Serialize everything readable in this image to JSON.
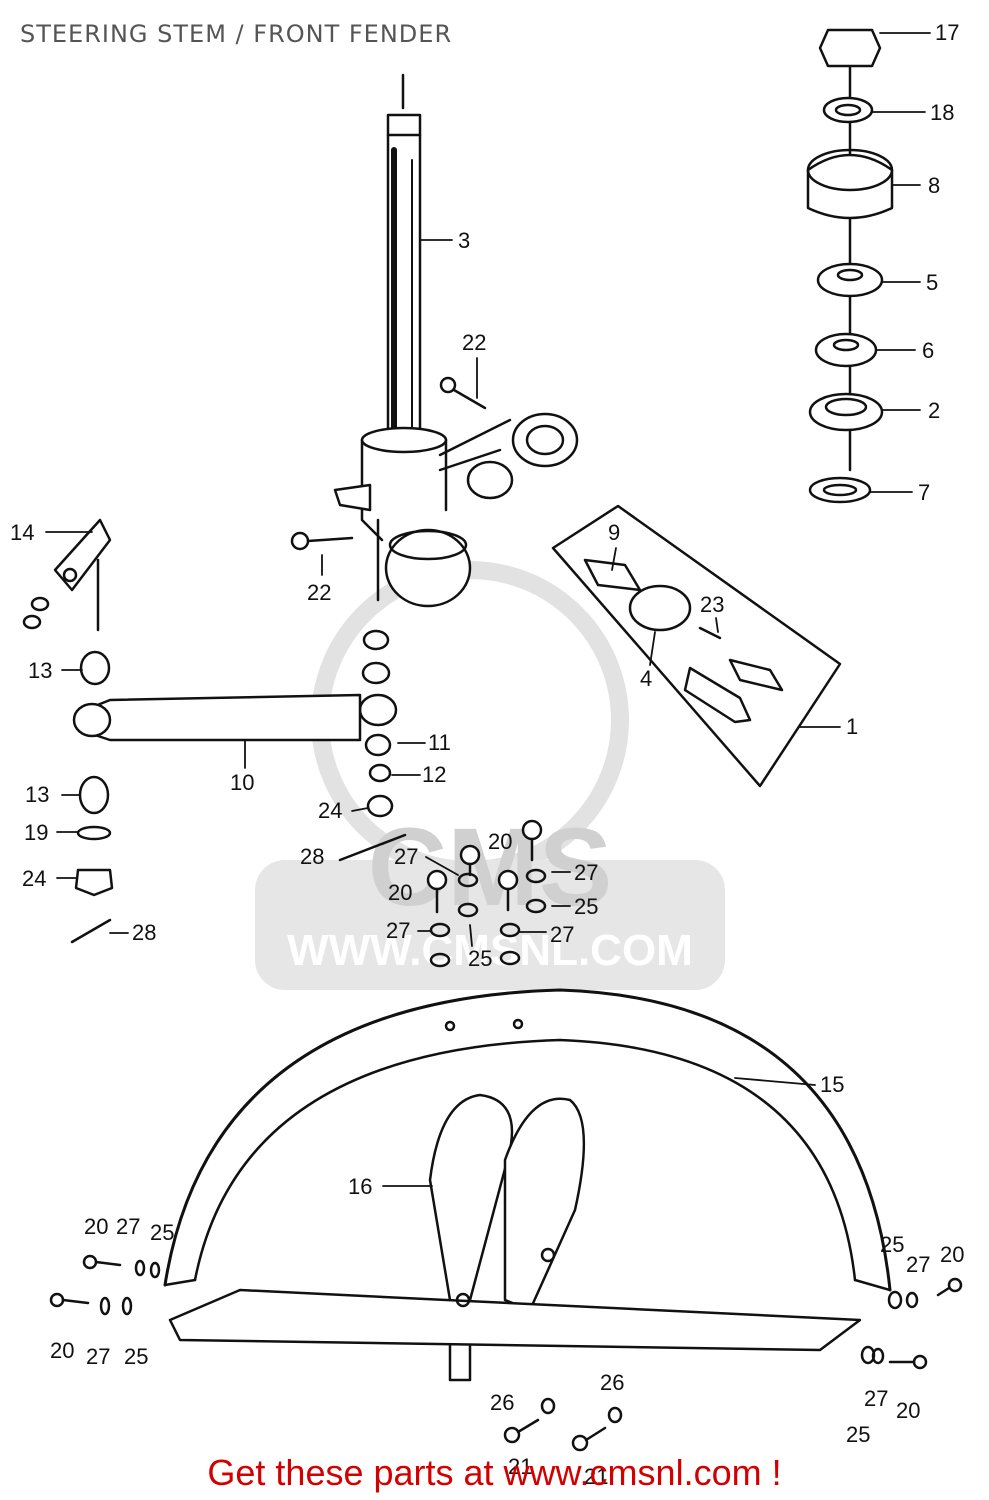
{
  "page": {
    "title": "STEERING STEM / FRONT FENDER"
  },
  "watermark": {
    "brand": "CMS",
    "url": "WWW.CMSNL.COM"
  },
  "footer": {
    "text": "Get these parts at www.cmsnl.com !"
  },
  "colors": {
    "ink": "#111111",
    "title": "#555555",
    "watermark": "#d9d9d9",
    "footer": "#d40000"
  },
  "callouts": {
    "c1": "1",
    "c2": "2",
    "c3": "3",
    "c4": "4",
    "c5": "5",
    "c6": "6",
    "c7": "7",
    "c8": "8",
    "c9": "9",
    "c10": "10",
    "c11": "11",
    "c12": "12",
    "c13a": "13",
    "c13b": "13",
    "c14": "14",
    "c15": "15",
    "c16": "16",
    "c17": "17",
    "c18": "18",
    "c19": "19",
    "c20a": "20",
    "c20b": "20",
    "c20c": "20",
    "c20d": "20",
    "c20e": "20",
    "c20f": "20",
    "c21a": "21",
    "c21b": "21",
    "c22a": "22",
    "c22b": "22",
    "c23": "23",
    "c24a": "24",
    "c24b": "24",
    "c25a": "25",
    "c25b": "25",
    "c25c": "25",
    "c25d": "25",
    "c25e": "25",
    "c25f": "25",
    "c26a": "26",
    "c26b": "26",
    "c27a": "27",
    "c27b": "27",
    "c27c": "27",
    "c27d": "27",
    "c27e": "27",
    "c27f": "27",
    "c27g": "27",
    "c27h": "27",
    "c28a": "28",
    "c28b": "28"
  }
}
